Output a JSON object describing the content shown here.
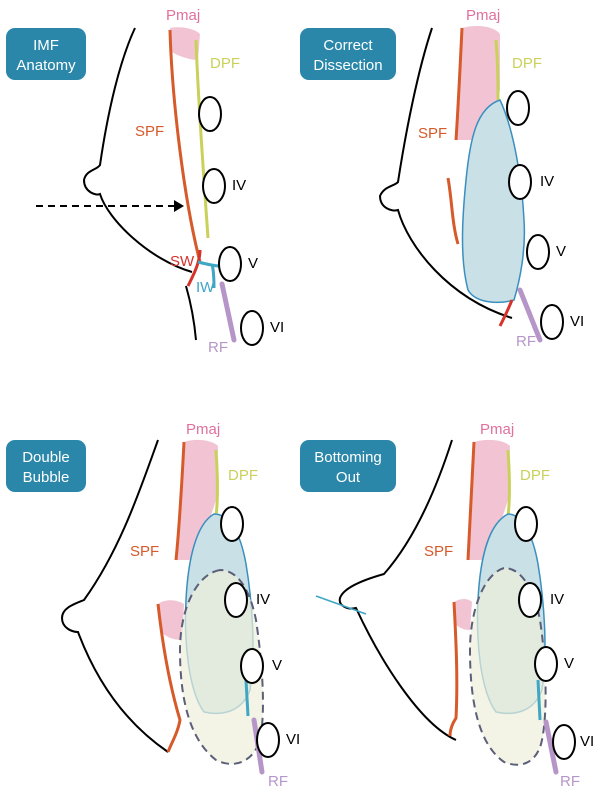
{
  "colors": {
    "badge": "#2a87a9",
    "pmaj_fill": "#f2c4d3",
    "pmaj_text": "#e0709e",
    "spf": "#d65a2a",
    "dpf": "#c9d15b",
    "sw": "#d6322a",
    "iw": "#3fa6c4",
    "rf": "#b696c8",
    "pocket_fill": "#c9e0e6",
    "pocket_line": "#3b8fbe",
    "lower_fill": "#eef0dc",
    "dashed": "#5b5f78"
  },
  "panels": [
    {
      "id": "imf-anatomy",
      "title": [
        "IMF",
        "Anatomy"
      ]
    },
    {
      "id": "correct-dissection",
      "title": [
        "Correct",
        "Dissection"
      ]
    },
    {
      "id": "double-bubble",
      "title": [
        "Double",
        "Bubble"
      ]
    },
    {
      "id": "bottoming-out",
      "title": [
        "Bottoming",
        "Out"
      ]
    }
  ],
  "labels": {
    "pmaj": "Pmaj",
    "dpf": "DPF",
    "spf": "SPF",
    "sw": "SW",
    "iw": "IW",
    "rf": "RF",
    "rib_iv": "IV",
    "rib_v": "V",
    "rib_vi": "VI"
  }
}
